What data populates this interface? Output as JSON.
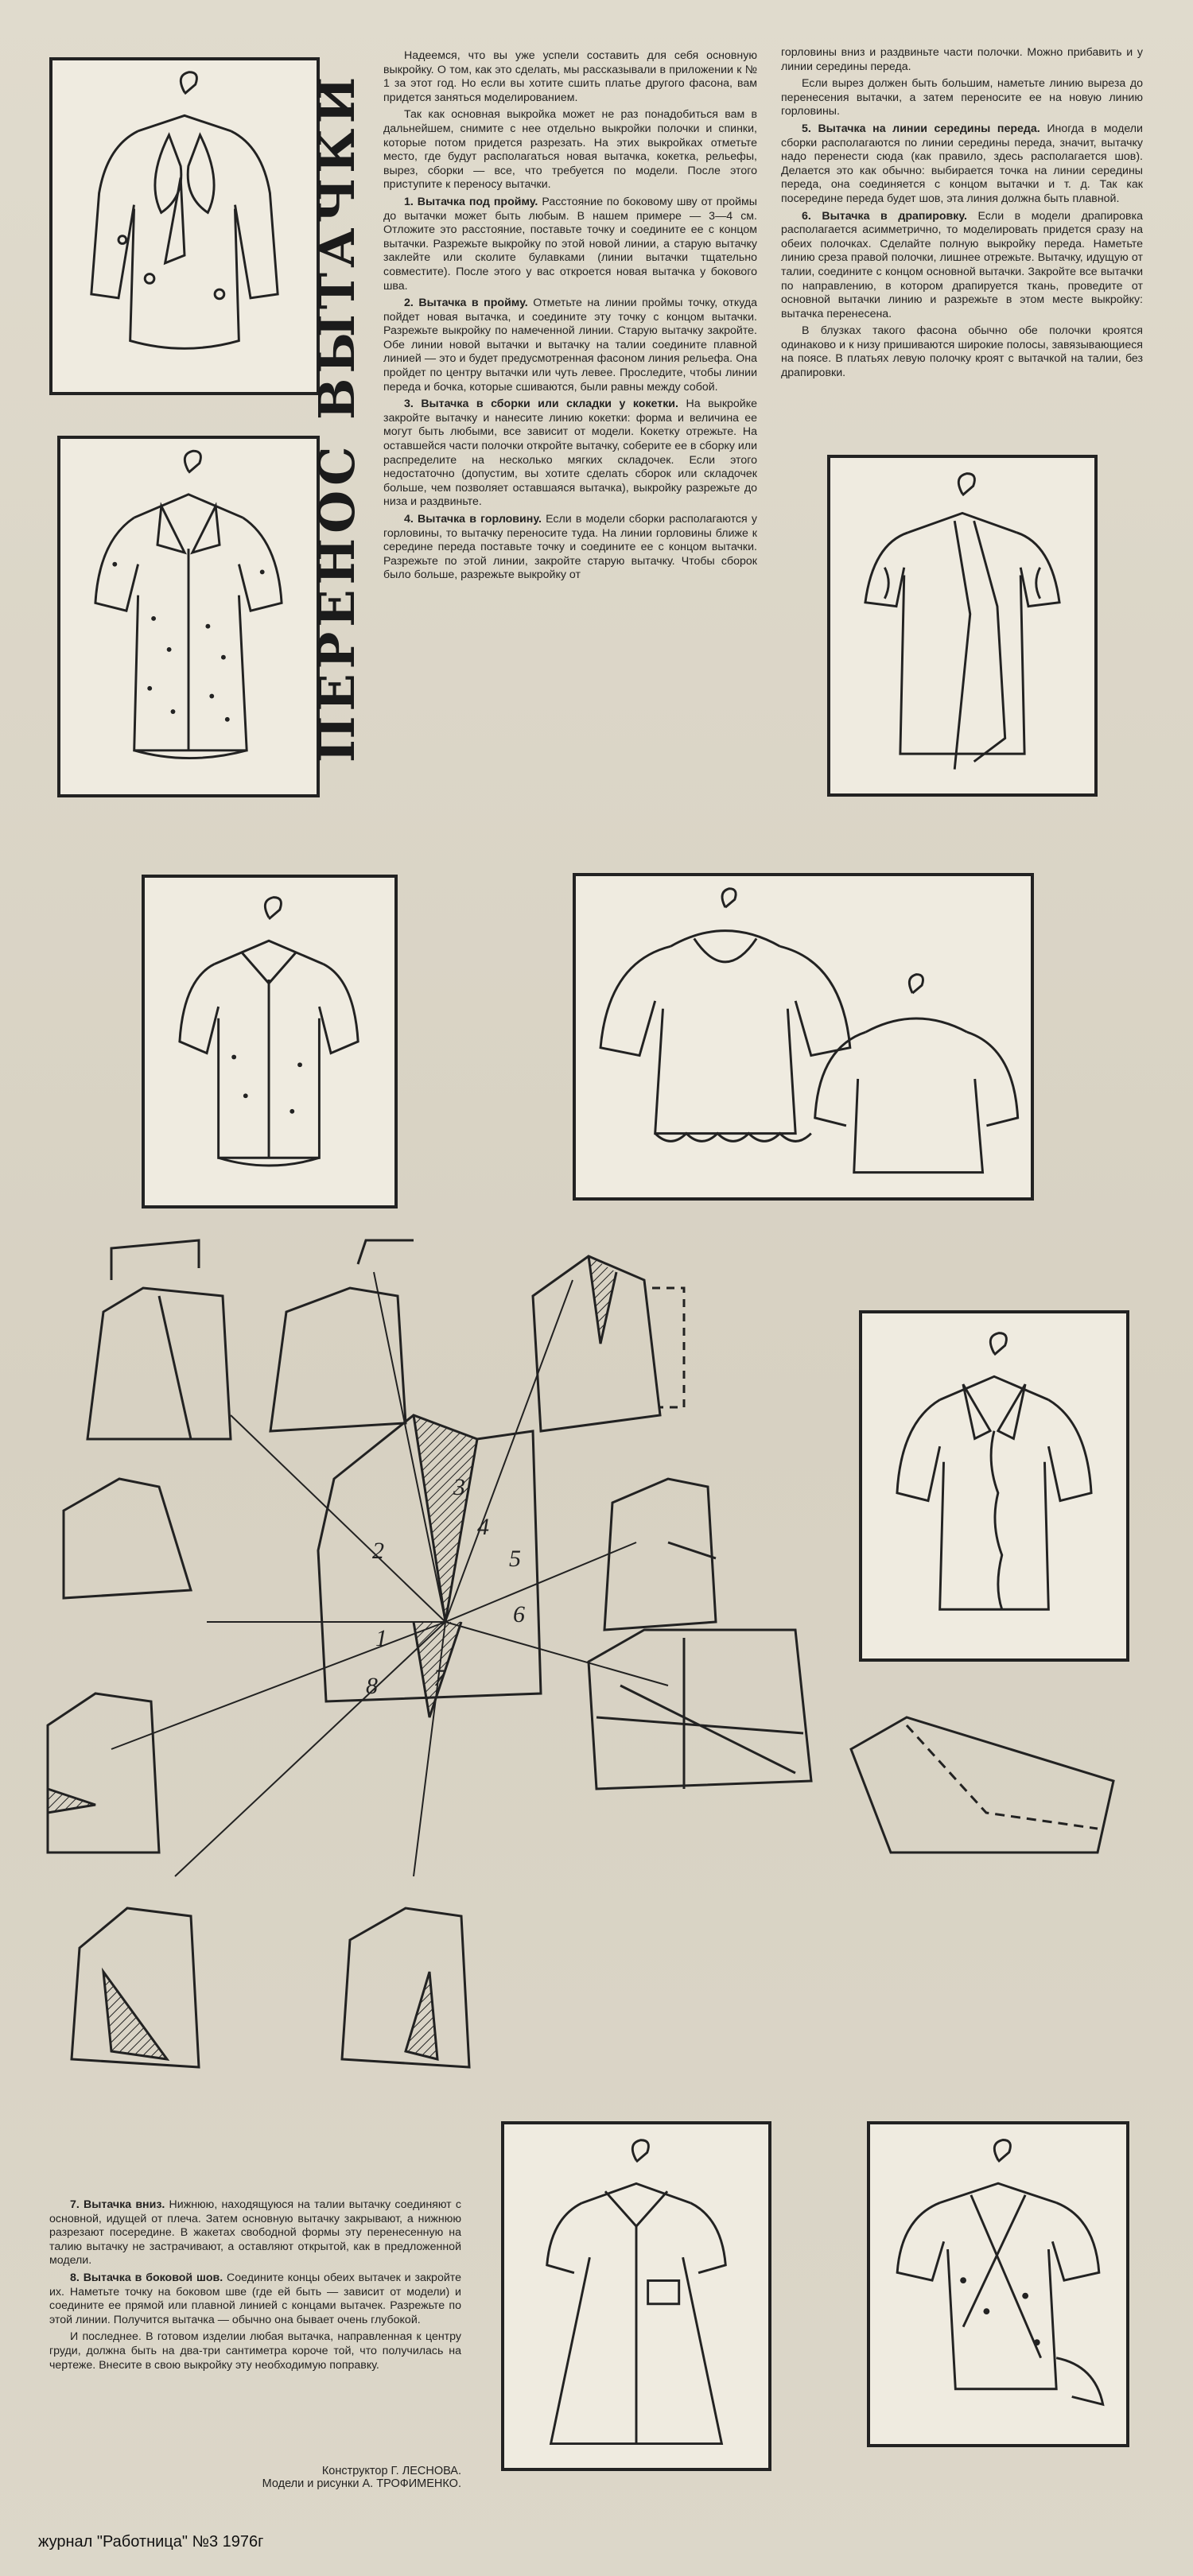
{
  "title": "ПЕРЕНОС ВЫТАЧКИ",
  "column1": {
    "intro1": "Надеемся, что вы уже успели составить для себя основную выкройку. О том, как это сделать, мы рассказывали в приложении к № 1 за этот год. Но если вы хотите сшить платье другого фасона, вам придется заняться моделированием.",
    "intro2": "Так как основная выкройка может не раз понадобиться вам в дальнейшем, снимите с нее отдельно выкройки полочки и спинки, которые потом придется разрезать. На этих выкройках отметьте место, где будут располагаться новая вытачка, кокетка, рельефы, вырез, сборки — все, что требуется по модели. После этого приступите к переносу вытачки.",
    "s1_head": "1. Вытачка под пройму.",
    "s1_body": "Расстояние по боковому шву от проймы до вытачки может быть любым. В нашем примере — 3—4 см. Отложите это расстояние, поставьте точку и соедините ее с концом вытачки. Разрежьте выкройку по этой новой линии, а старую вытачку заклейте или сколите булавками (линии вытачки тщательно совместите). После этого у вас откроется новая вытачка у бокового шва.",
    "s2_head": "2. Вытачка в пройму.",
    "s2_body": "Отметьте на линии проймы точку, откуда пойдет новая вытачка, и соедините эту точку с концом вытачки. Разрежьте выкройку по намеченной линии. Старую вытачку закройте. Обе линии новой вытачки и вытачку на талии соедините плавной линией — это и будет предусмотренная фасоном линия рельефа. Она пройдет по центру вытачки или чуть левее. Проследите, чтобы линии переда и бочка, которые сшиваются, были равны между собой.",
    "s3_head": "3. Вытачка в сборки или складки у кокетки.",
    "s3_body": "На выкройке закройте вытачку и нанесите линию кокетки: форма и величина ее могут быть любыми, все зависит от модели. Кокетку отрежьте. На оставшейся части полочки откройте вытачку, соберите ее в сборку или распределите на несколько мягких складочек. Если этого недостаточно (допустим, вы хотите сделать сборок или складочек больше, чем позволяет оставшаяся вытачка), выкройку разрежьте до низа и раздвиньте.",
    "s4_head": "4. Вытачка в горловину.",
    "s4_body": "Если в модели сборки располагаются у горловины, то вытачку переносите туда. На линии горловины ближе к середине переда поставьте точку и соедините ее с концом вытачки. Разрежьте по этой линии, закройте старую вытачку. Чтобы сборок было больше, разрежьте выкройку от"
  },
  "column2": {
    "cont": "горловины вниз и раздвиньте части полочки. Можно прибавить и у линии середины переда.",
    "p2": "Если вырез должен быть большим, наметьте линию выреза до перенесения вытачки, а затем переносите ее на новую линию горловины.",
    "s5_head": "5. Вытачка на линии середины переда.",
    "s5_body": "Иногда в модели сборки располагаются по линии середины переда, значит, вытачку надо перенести сюда (как правило, здесь располагается шов). Делается это как обычно: выбирается точка на линии середины переда, она соединяется с концом вытачки и т. д. Так как посередине переда будет шов, эта линия должна быть плавной.",
    "s6_head": "6. Вытачка в драпировку.",
    "s6_body": "Если в модели драпировка располагается асимметрично, то моделировать придется сразу на обеих полочках. Сделайте полную выкройку переда. Наметьте линию среза правой полочки, лишнее отрежьте. Вытачку, идущую от талии, соедините с концом основной вытачки. Закройте все вытачки по направлению, в котором драпируется ткань, проведите от основной вытачки линию и разрежьте в этом месте выкройку: вытачка перенесена.",
    "p_last": "В блузках такого фасона обычно обе полочки кроятся одинаково и к низу пришиваются широкие полосы, завязывающиеся на поясе. В платьях левую полочку кроят с вытачкой на талии, без драпировки."
  },
  "column3": {
    "s7_head": "7. Вытачка вниз.",
    "s7_body": "Нижнюю, находящуюся на талии вытачку соединяют с основной, идущей от плеча. Затем основную вытачку закрывают, а нижнюю разрезают посередине. В жакетах свободной формы эту перенесенную на талию вытачку не застрачивают, а оставляют открытой, как в предложенной модели.",
    "s8_head": "8. Вытачка в боковой шов.",
    "s8_body": "Соедините концы обеих вытачек и закройте их. Наметьте точку на боковом шве (где ей быть — зависит от модели) и соедините ее прямой или плавной линией с концами вытачек. Разрежьте по этой линии. Получится вытачка — обычно она бывает очень глубокой.",
    "final": "И последнее. В готовом изделии любая вытачка, направленная к центру груди, должна быть на два-три сантиметра короче той, что получилась на чертеже. Внесите в свою выкройку эту необходимую поправку."
  },
  "credits": {
    "line1": "Конструктор Г. ЛЕСНОВА.",
    "line2": "Модели и рисунки А. ТРОФИМЕНКО."
  },
  "footer": "журнал \"Работница\" №3 1976г",
  "diagram_numbers": [
    "1",
    "2",
    "3",
    "4",
    "5",
    "6",
    "7",
    "8"
  ]
}
